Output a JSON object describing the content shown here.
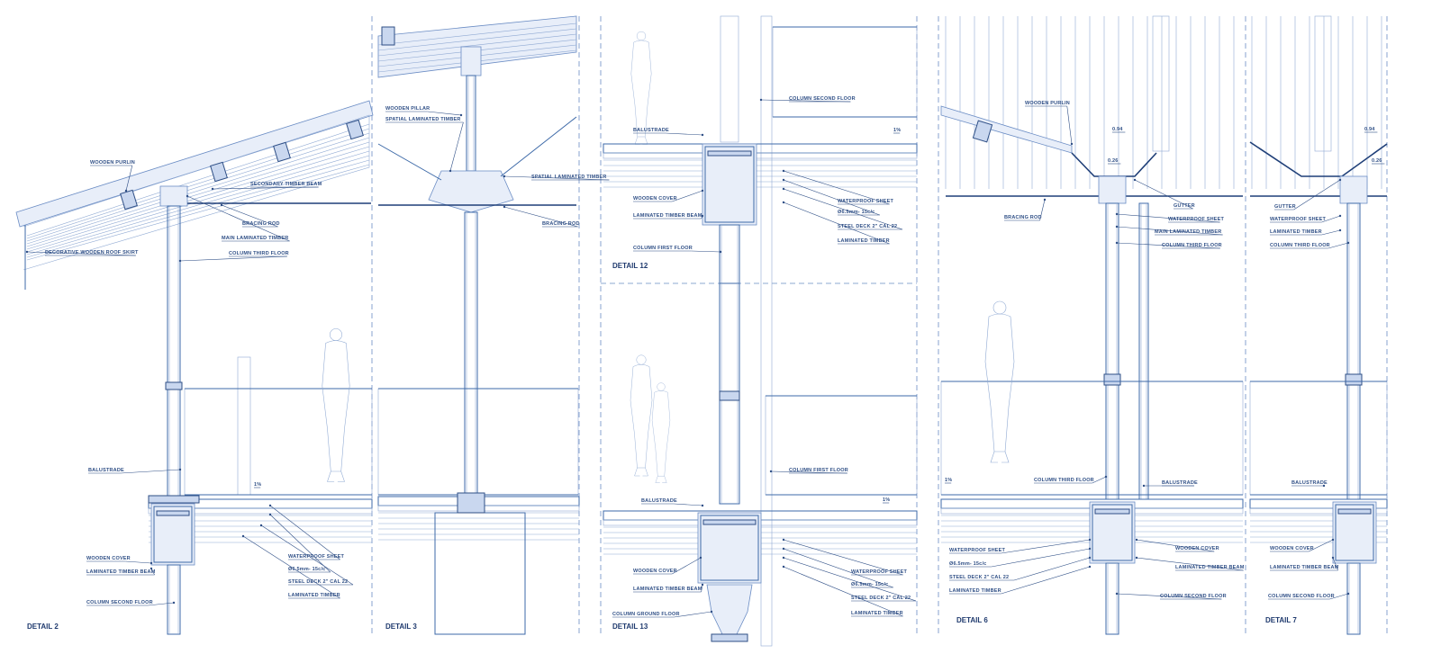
{
  "panels": [
    {
      "detail": "DETAIL 2",
      "labels": [
        "WOODEN PURLIN",
        "SECONDARY TIMBER BEAM",
        "BRACING ROD",
        "MAIN LAMINATED TIMBER",
        "DECORATIVE WOODEN ROOF SKIRT",
        "COLUMN THIRD FLOOR",
        "BALUSTRADE",
        "1%",
        "WOODEN COVER",
        "LAMINATED TIMBER BEAM",
        "WATERPROOF SHEET",
        "Ø6.5mm- 15c/c",
        "STEEL DECK 2\" CAL 22",
        "LAMINATED TIMBER",
        "COLUMN SECOND FLOOR"
      ]
    },
    {
      "detail": "DETAIL 3",
      "labels": [
        "WOODEN PILLAR",
        "SPATIAL LAMINATED TIMBER",
        "SPATIAL LAMINATED TIMBER",
        "BRACING ROD"
      ]
    },
    {
      "detail": "DETAIL 12",
      "labels": [
        "COLUMN SECOND FLOOR",
        "1%",
        "BALUSTRADE",
        "WOODEN COVER",
        "WATERPROOF SHEET",
        "LAMINATED TIMBER BEAM",
        "Ø6.5mm- 15c/c",
        "STEEL DECK 2\" CAL 22",
        "LAMINATED TIMBER",
        "COLUMN FIRST FLOOR"
      ]
    },
    {
      "detail": "DETAIL 13",
      "labels": [
        "COLUMN FIRST FLOOR",
        "BALUSTRADE",
        "1%",
        "WOODEN COVER",
        "WATERPROOF SHEET",
        "LAMINATED TIMBER BEAM",
        "Ø6.5mm- 15c/c",
        "STEEL DECK 2\" CAL 22",
        "COLUMN GROUND FLOOR",
        "LAMINATED TIMBER"
      ]
    },
    {
      "detail": "DETAIL 6",
      "labels": [
        "WOODEN PURLIN",
        "0.94",
        "0.26",
        "GUTTER",
        "BRACING ROD",
        "WATERPROOF SHEET",
        "MAIN LAMINATED TIMBER",
        "COLUMN THIRD FLOOR",
        "1%",
        "COLUMN THIRD FLOOR",
        "BALUSTRADE",
        "WATERPROOF SHEET",
        "Ø6.5mm- 15c/c",
        "STEEL DECK 2\" CAL 22",
        "LAMINATED TIMBER",
        "WOODEN COVER",
        "LAMINATED TIMBER BEAM",
        "COLUMN SECOND FLOOR"
      ]
    },
    {
      "detail": "DETAIL 7",
      "labels": [
        "0.94",
        "0.26",
        "GUTTER",
        "WATERPROOF SHEET",
        "LAMINATED TIMBER",
        "COLUMN THIRD FLOOR",
        "BALUSTRADE",
        "WOODEN COVER",
        "LAMINATED TIMBER BEAM",
        "COLUMN SECOND FLOOR"
      ]
    }
  ]
}
